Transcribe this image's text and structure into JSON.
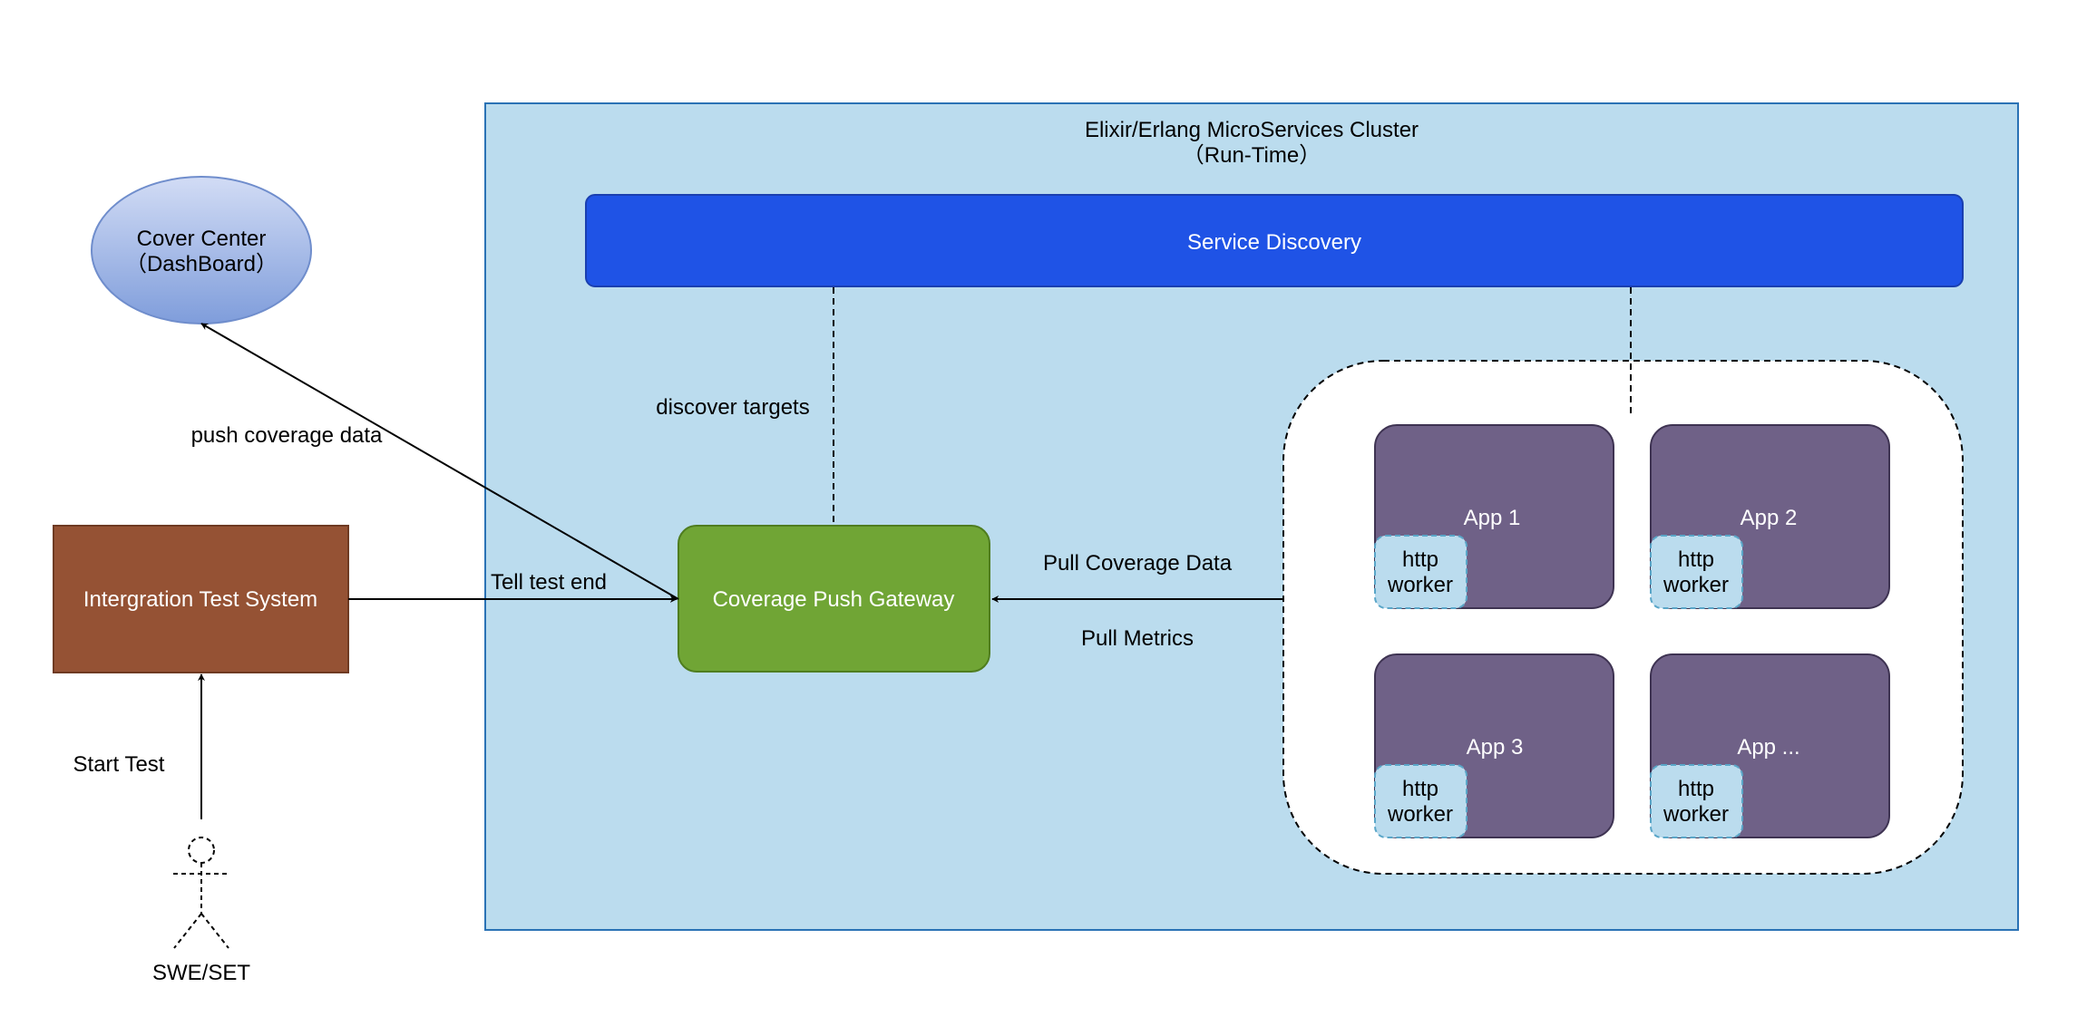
{
  "cluster": {
    "title_line1": "Elixir/Erlang MicroServices Cluster",
    "title_line2": "（Run-Time）",
    "fill": "#bbdcee",
    "stroke": "#2a72b5"
  },
  "service_discovery": {
    "label": "Service Discovery",
    "fill": "#1f53e6",
    "stroke": "#1a3fb0"
  },
  "cover_center": {
    "line1": "Cover Center",
    "line2": "（DashBoard）",
    "fill_top": "#d2dcf5",
    "fill_bottom": "#7f9ddb"
  },
  "integration_test_system": {
    "label": "Intergration Test System",
    "fill": "#955234",
    "stroke": "#6e3a22"
  },
  "gateway": {
    "label": "Coverage Push Gateway",
    "fill": "#70a535",
    "stroke": "#4f7d1f"
  },
  "actor": {
    "label": "SWE/SET"
  },
  "apps": [
    {
      "label": "App 1",
      "worker_line1": "http",
      "worker_line2": "worker"
    },
    {
      "label": "App 2",
      "worker_line1": "http",
      "worker_line2": "worker"
    },
    {
      "label": "App 3",
      "worker_line1": "http",
      "worker_line2": "worker"
    },
    {
      "label": "App ...",
      "worker_line1": "http",
      "worker_line2": "worker"
    }
  ],
  "app_colors": {
    "app_fill": "#6f6187",
    "app_stroke": "#3e3352",
    "worker_fill": "#bbdcee",
    "worker_stroke": "#5aa6c8"
  },
  "edges": {
    "push_coverage": "push coverage data",
    "tell_test_end": "Tell test end",
    "discover_targets": "discover targets",
    "pull_coverage": "Pull Coverage Data",
    "pull_metrics": "Pull Metrics",
    "start_test": "Start Test"
  }
}
